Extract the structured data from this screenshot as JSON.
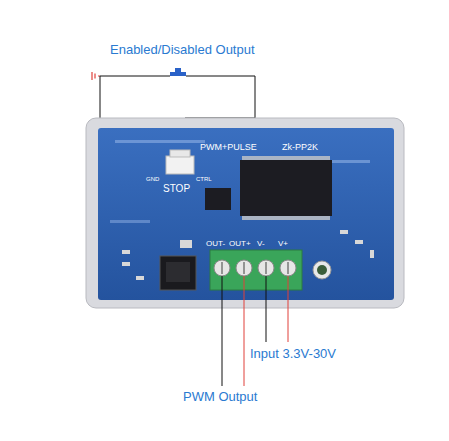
{
  "diagram": {
    "labels": [
      "Enabled/Disabled Output",
      "GND",
      "CTRL",
      "STOP",
      "PWM+PULSE",
      "Zk-PP2K",
      "OUT-",
      "OUT+",
      "V-",
      "V+",
      "Input 3.3V-30V",
      "PWM Output"
    ]
  }
}
